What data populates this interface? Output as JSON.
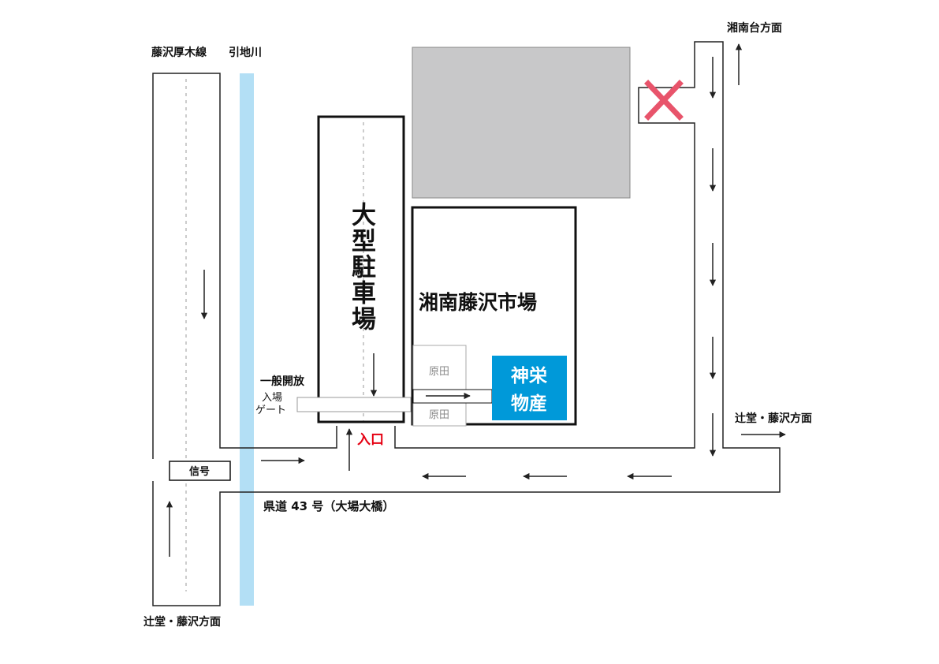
{
  "labels": {
    "road_left_name": "藤沢厚木線",
    "river_name": "引地川",
    "direction_top_right": "湘南台方面",
    "direction_right": "辻堂・藤沢方面",
    "direction_bottom_left": "辻堂・藤沢方面",
    "parking_name": "大型駐車場",
    "market_name": "湘南藤沢市場",
    "shop_name_line1": "神栄",
    "shop_name_line2": "物産",
    "harada_top": "原田",
    "harada_bottom": "原田",
    "general_open": "一般開放",
    "entry_gate_line1": "入場",
    "entry_gate_line2": "ゲート",
    "entrance": "入口",
    "signal": "信号",
    "prefectural_road": "県道 43 号（大場大橋）"
  },
  "icons": {
    "no_entry": "no-entry-cross-icon",
    "arrow": "direction-arrow-icon"
  },
  "colors": {
    "river": "#b3dff5",
    "building_gray": "#c8c8c9",
    "shop_blue": "#0099d9",
    "no_entry_cross": "#e8546b",
    "entrance_red": "#e50012",
    "line": "#222222"
  }
}
